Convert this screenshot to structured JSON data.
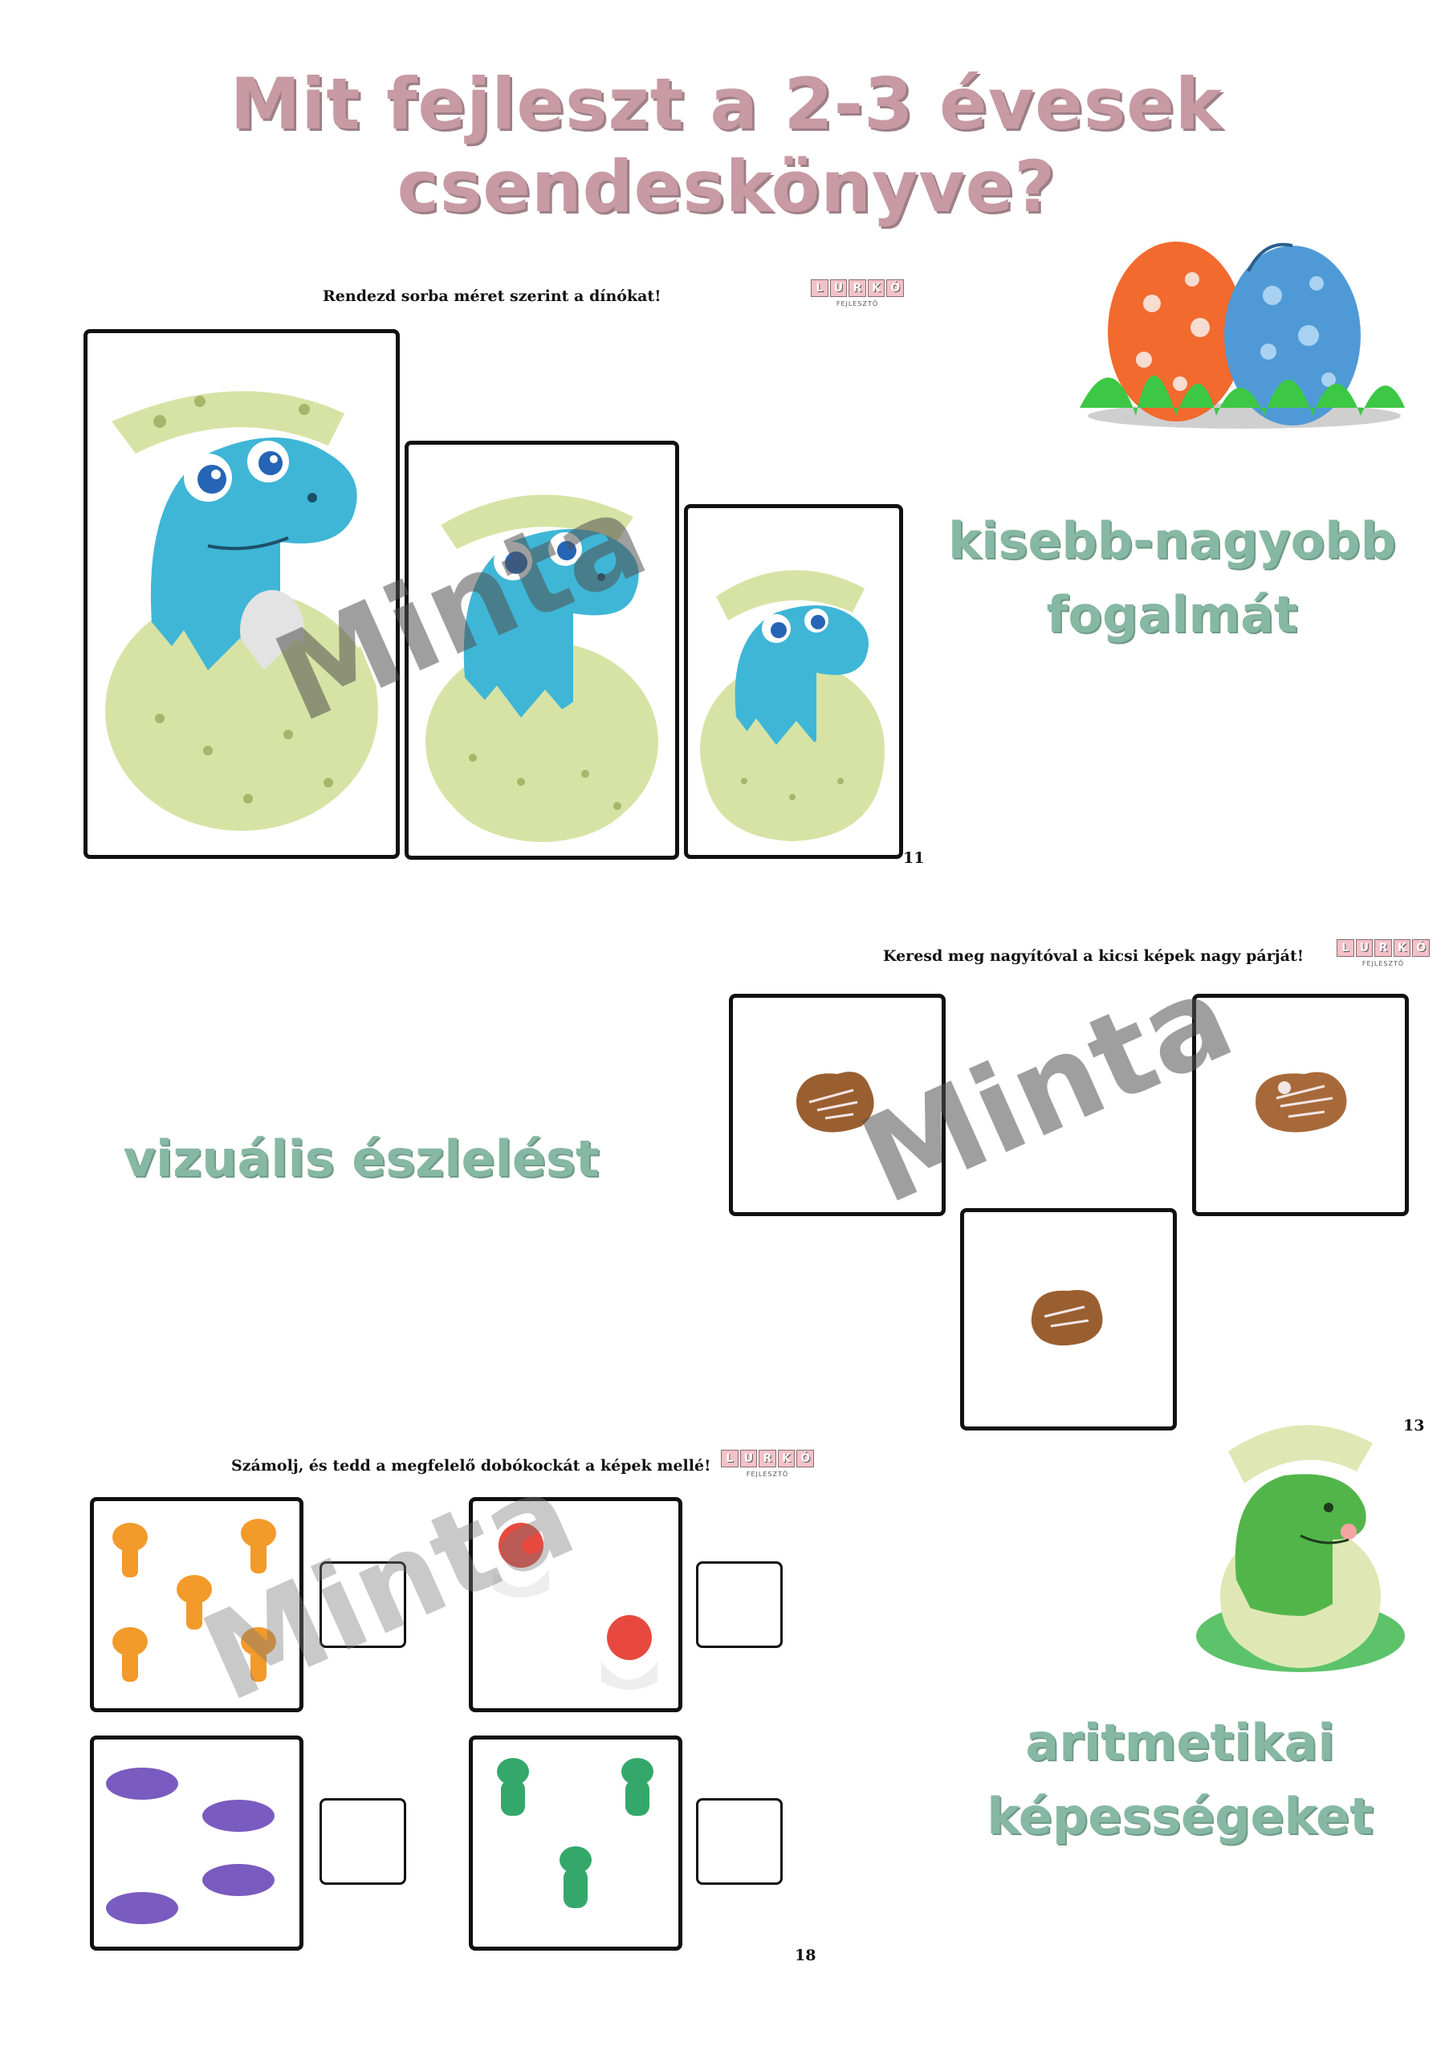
{
  "title": "Mit fejleszt a 2-3 évesek csendeskönyve?",
  "logo": {
    "letters": [
      "L",
      "U",
      "R",
      "K",
      "Ó"
    ],
    "subtitle": "FEJLESZTŐ"
  },
  "watermark": "Minta",
  "section1": {
    "caption": "Rendezd sorba méret szerint a dínókat!",
    "page_number": "11",
    "label_line1": "kisebb-nagyobb",
    "label_line2": "fogalmát"
  },
  "section2": {
    "caption": "Keresd meg nagyítóval a kicsi képek nagy párját!",
    "page_number": "13",
    "label": "vizuális észlelést"
  },
  "section3": {
    "caption": "Számolj, és tedd a megfelelő dobókockát a képek mellé!",
    "page_number": "18",
    "label_line1": "aritmetikai",
    "label_line2": "képességeket"
  },
  "colors": {
    "title": "#c79aa4",
    "label": "#86b8a3",
    "dino_blue": "#3fb6d6",
    "egg_green": "#d8e4a8"
  }
}
